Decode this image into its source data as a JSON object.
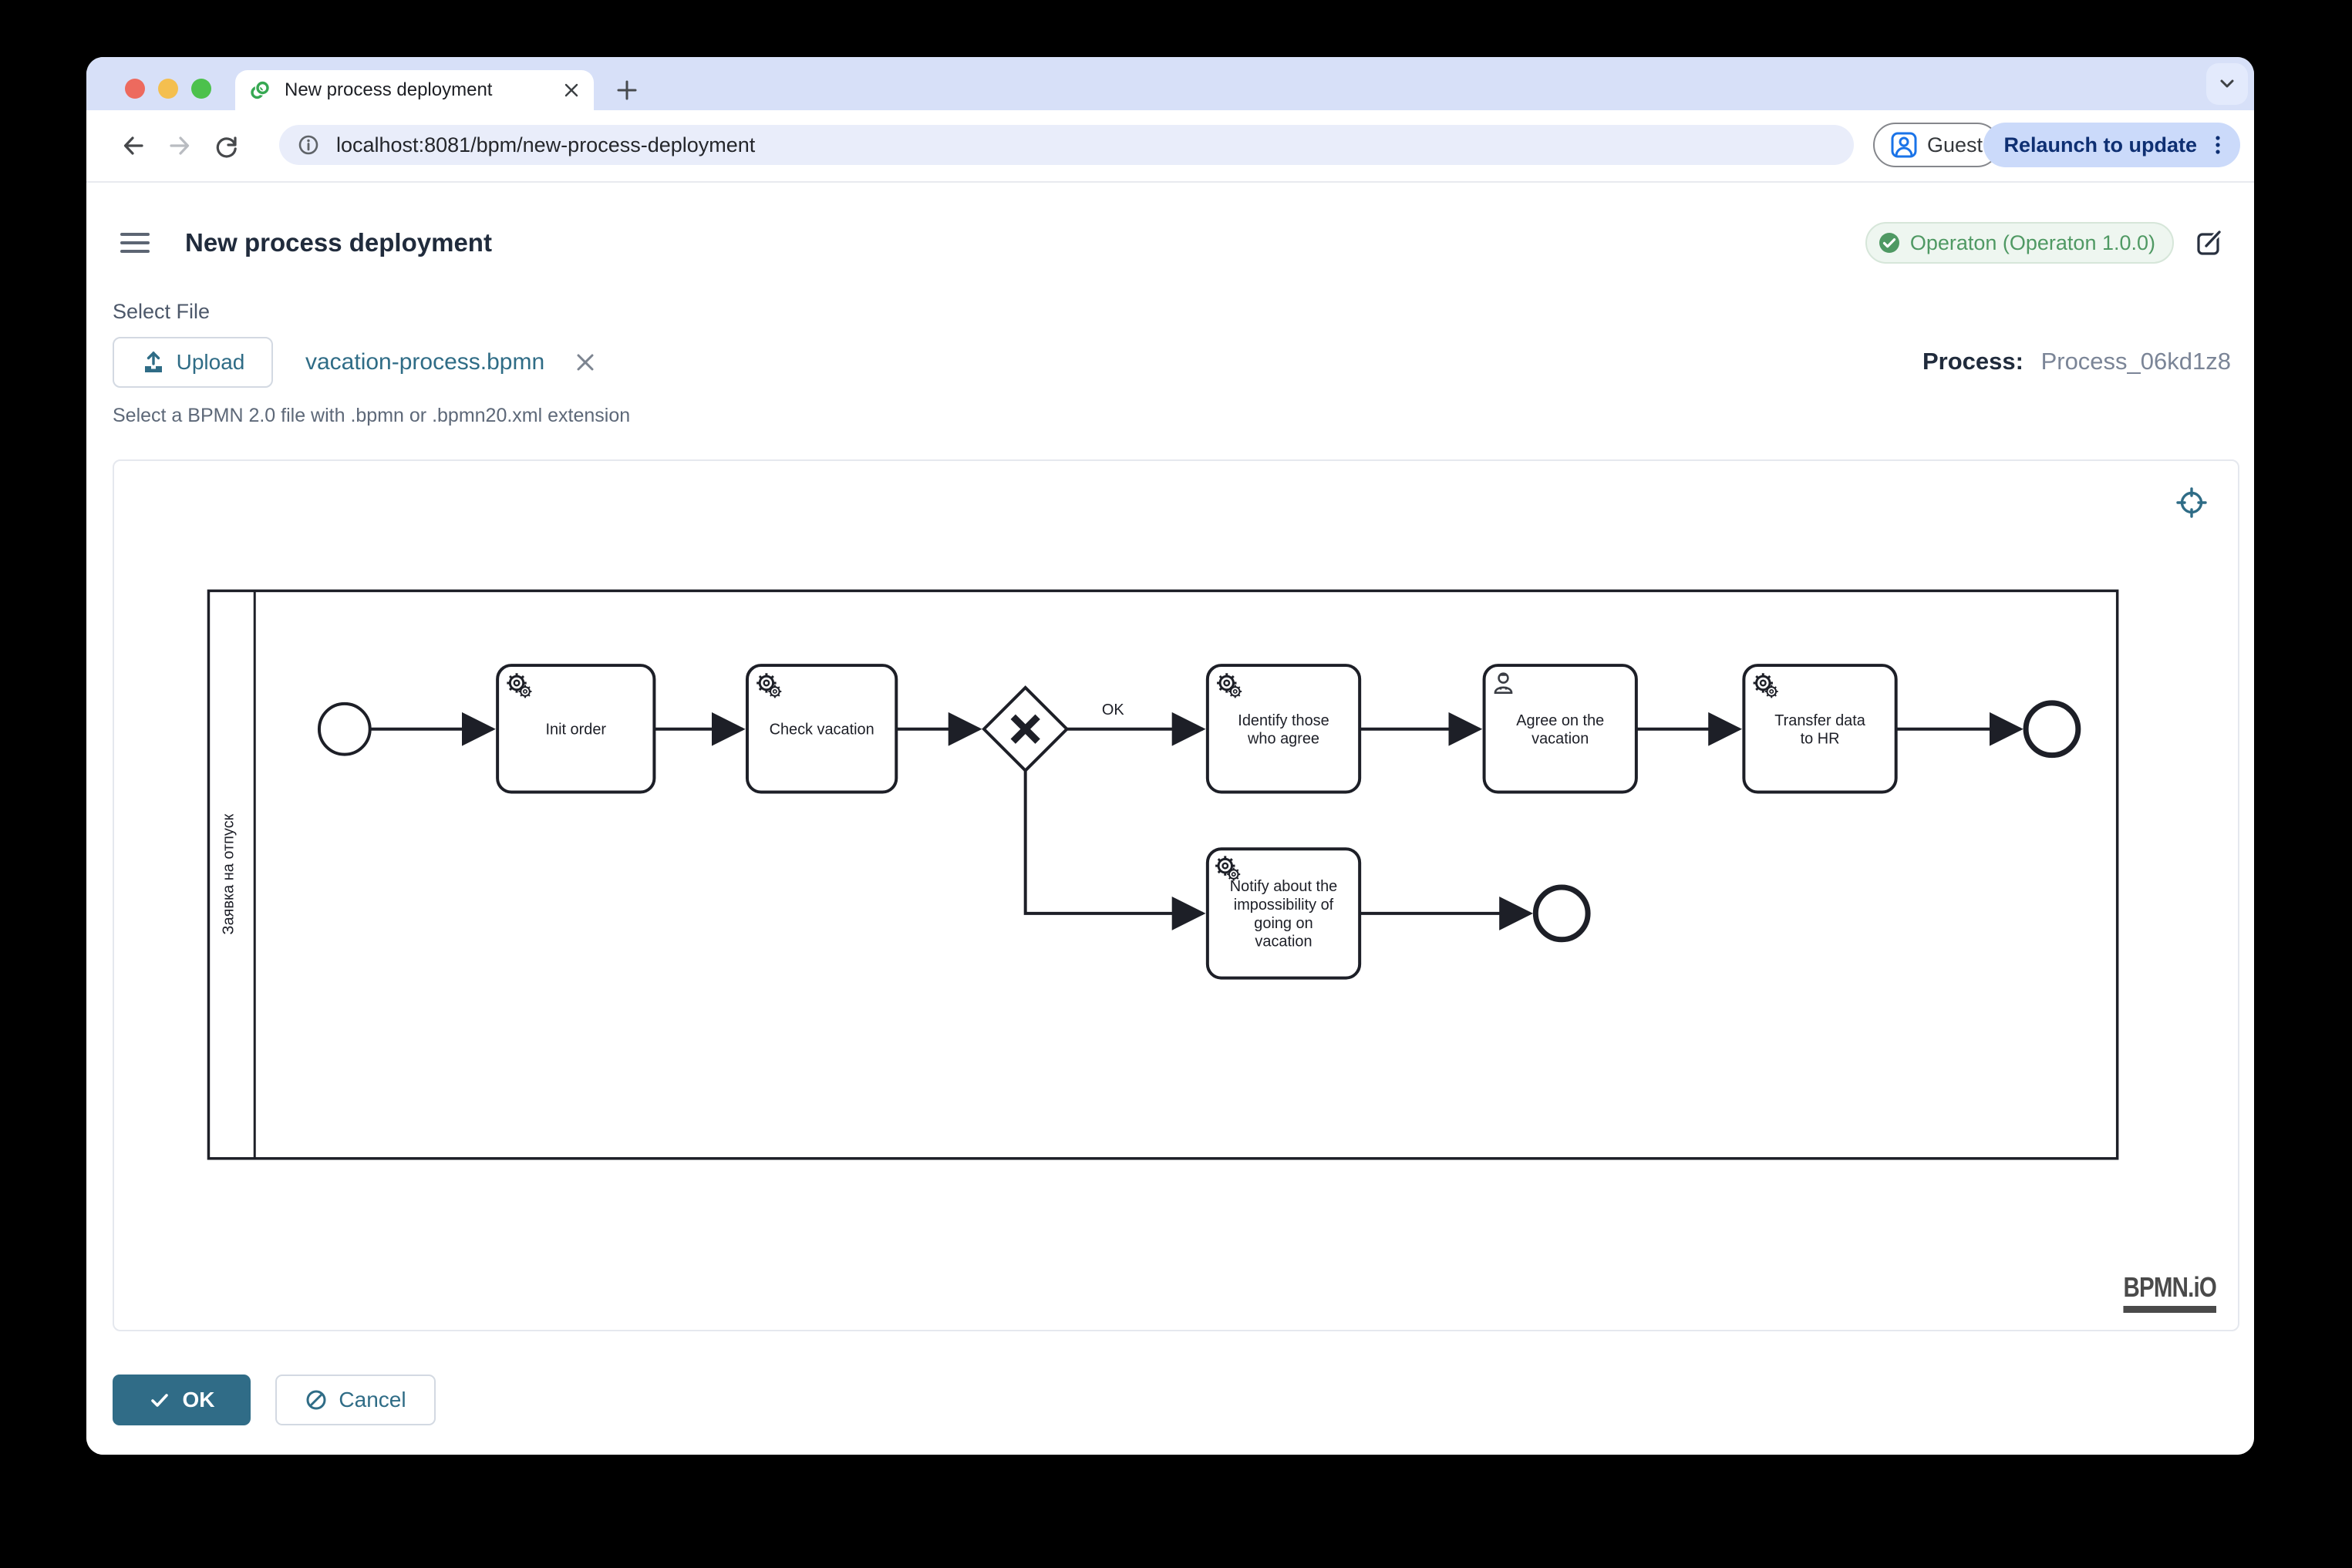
{
  "browser": {
    "tab_title": "New process deployment",
    "url": "localhost:8081/bpm/new-process-deployment",
    "guest_label": "Guest",
    "relaunch_label": "Relaunch to update"
  },
  "header": {
    "title": "New process deployment",
    "engine_badge": "Operaton (Operaton 1.0.0)"
  },
  "file_section": {
    "label": "Select File",
    "upload_label": "Upload",
    "filename": "vacation-process.bpmn",
    "helper": "Select a BPMN 2.0 file with .bpmn or .bpmn20.xml extension",
    "process_label": "Process:",
    "process_id": "Process_06kd1z8"
  },
  "diagram": {
    "pool_label": "Заявка на отпуск",
    "ok_flow_label": "OK",
    "watermark": "BPMN.iO",
    "tasks": [
      {
        "name": "Init order",
        "type": "service",
        "lines": [
          "Init order"
        ]
      },
      {
        "name": "Check vacation",
        "type": "service",
        "lines": [
          "Check vacation"
        ]
      },
      {
        "name": "Identify those who agree",
        "type": "service",
        "lines": [
          "Identify those",
          "who agree"
        ]
      },
      {
        "name": "Agree on the vacation",
        "type": "user",
        "lines": [
          "Agree on the",
          "vacation"
        ]
      },
      {
        "name": "Transfer data to HR",
        "type": "service",
        "lines": [
          "Transfer data",
          "to HR"
        ]
      },
      {
        "name": "Notify about the impossibility of going on vacation",
        "type": "service",
        "lines": [
          "Notify about the",
          "impossibility of",
          "going on",
          "vacation"
        ]
      }
    ]
  },
  "actions": {
    "ok": "OK",
    "cancel": "Cancel"
  },
  "colors": {
    "accent_teal": "#306c87",
    "badge_green": "#4f9963",
    "relaunch_bg": "#cbdafa",
    "relaunch_text": "#0e2f72",
    "tabstrip_bg": "#d7e0f8",
    "urlbar_bg": "#e9edfa",
    "guest_icon_blue": "#1a73e8",
    "bpmn_stroke": "#1d1f27"
  }
}
